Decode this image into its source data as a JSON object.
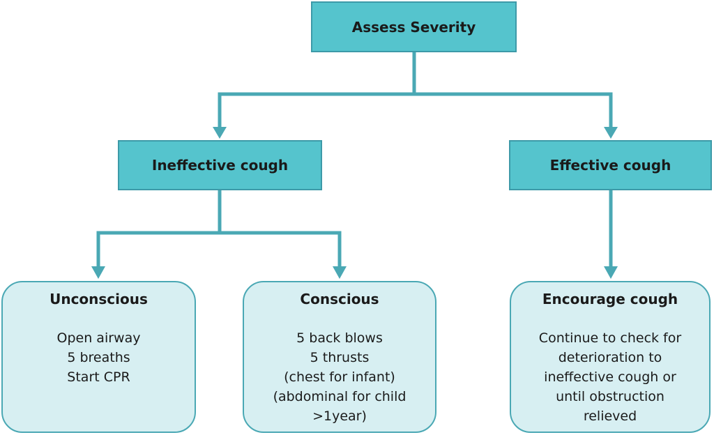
{
  "diagram": {
    "root": {
      "label": "Assess Severity"
    },
    "branches": [
      {
        "label": "Ineffective cough"
      },
      {
        "label": "Effective cough"
      }
    ],
    "outcomes": [
      {
        "title": "Unconscious",
        "lines": [
          "Open airway",
          "5 breaths",
          "Start CPR"
        ]
      },
      {
        "title": "Conscious",
        "lines": [
          "5 back blows",
          "5 thrusts",
          "(chest for infant)",
          "(abdominal for child",
          ">1year)"
        ]
      },
      {
        "title": "Encourage cough",
        "lines": [
          "Continue to check for",
          "deterioration to",
          "ineffective cough or",
          "until obstruction",
          "relieved"
        ]
      }
    ],
    "colors": {
      "node_fill": "#55c4cd",
      "node_border": "#3d9aa8",
      "card_fill": "#d7eff2",
      "card_border": "#4aa8b4",
      "connector": "#4aa8b4"
    }
  }
}
